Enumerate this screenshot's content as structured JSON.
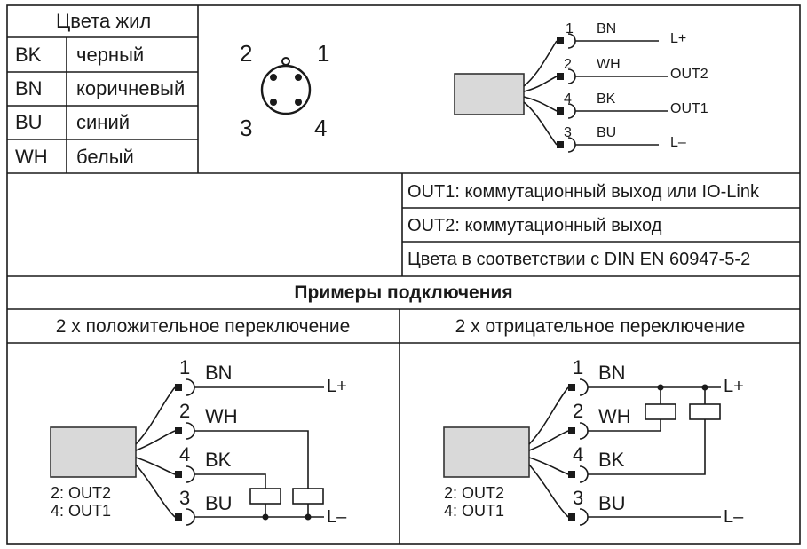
{
  "color_table": {
    "title": "Цвета жил",
    "rows": [
      {
        "code": "BK",
        "name": "черный"
      },
      {
        "code": "BN",
        "name": "коричневый"
      },
      {
        "code": "BU",
        "name": "синий"
      },
      {
        "code": "WH",
        "name": "белый"
      }
    ]
  },
  "connector": {
    "pin_labels": [
      "2",
      "1",
      "3",
      "4"
    ]
  },
  "wiring": {
    "wires": [
      {
        "pin": "1",
        "color": "BN",
        "signal": "L+"
      },
      {
        "pin": "2",
        "color": "WH",
        "signal": "OUT2"
      },
      {
        "pin": "4",
        "color": "BK",
        "signal": "OUT1"
      },
      {
        "pin": "3",
        "color": "BU",
        "signal": "L–"
      }
    ]
  },
  "notes": [
    "OUT1: коммутационный выход или IO-Link",
    "OUT2: коммутационный выход",
    "Цвета в соответствии с DIN EN 60947-5-2"
  ],
  "examples": {
    "title": "Примеры подключения",
    "left_title": "2 x положительное переключение",
    "right_title": "2 x отрицательное переключение",
    "left": {
      "wires": [
        {
          "pin": "1",
          "color": "BN"
        },
        {
          "pin": "2",
          "color": "WH"
        },
        {
          "pin": "4",
          "color": "BK"
        },
        {
          "pin": "3",
          "color": "BU"
        }
      ],
      "lplus": "L+",
      "lminus": "L–",
      "legend": [
        "2: OUT2",
        "4: OUT1"
      ]
    },
    "right": {
      "wires": [
        {
          "pin": "1",
          "color": "BN"
        },
        {
          "pin": "2",
          "color": "WH"
        },
        {
          "pin": "4",
          "color": "BK"
        },
        {
          "pin": "3",
          "color": "BU"
        }
      ],
      "lplus": "L+",
      "lminus": "L–",
      "legend": [
        "2: OUT2",
        "4: OUT1"
      ]
    }
  }
}
